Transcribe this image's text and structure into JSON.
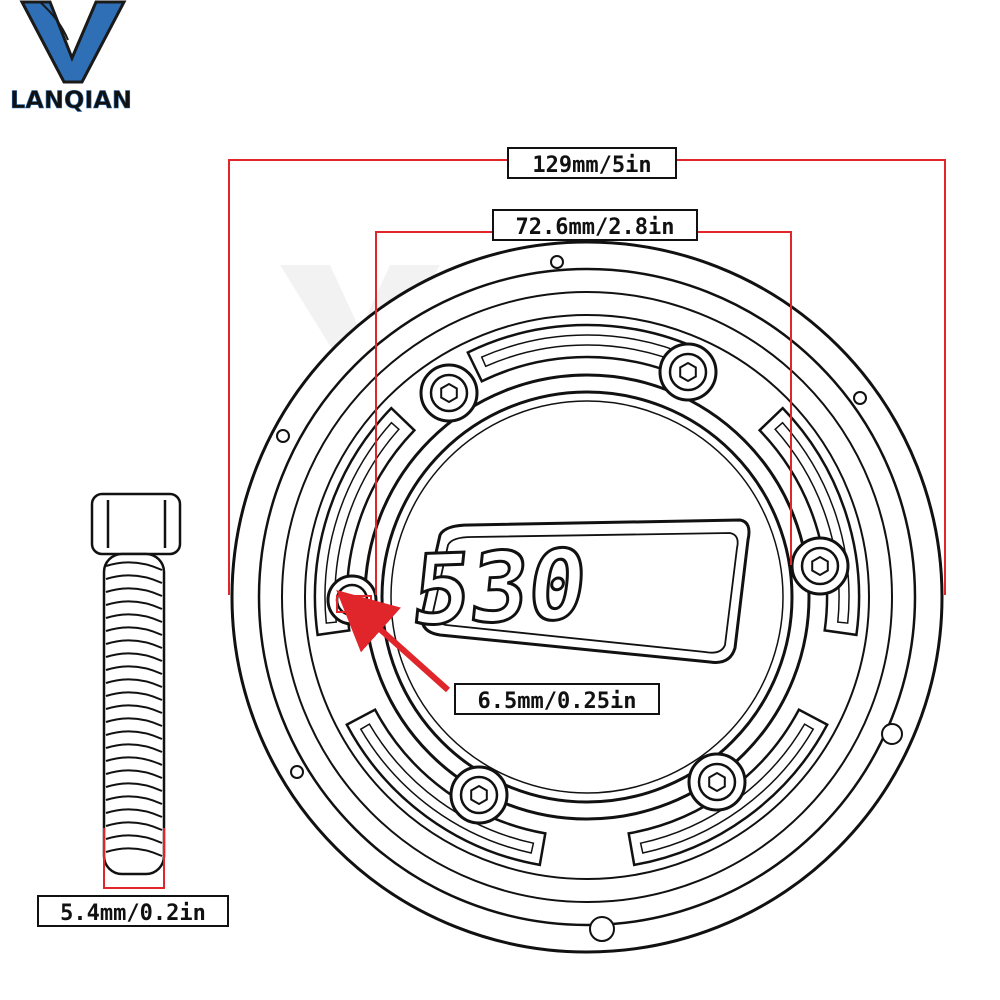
{
  "brand": {
    "name": "LANQIAN",
    "logo_color_primary": "#2f6fb5",
    "logo_color_outline": "#1a1a1a"
  },
  "colors": {
    "dimension": "#e0262b",
    "drawing": "#111111",
    "label_border": "#111111"
  },
  "dimensions": {
    "outer_diameter": "129mm/5in",
    "inner_diameter": "72.6mm/2.8in",
    "hole_diameter": "6.5mm/0.25in",
    "bolt_diameter": "5.4mm/0.2in"
  },
  "cover": {
    "emblem_text": "530"
  }
}
